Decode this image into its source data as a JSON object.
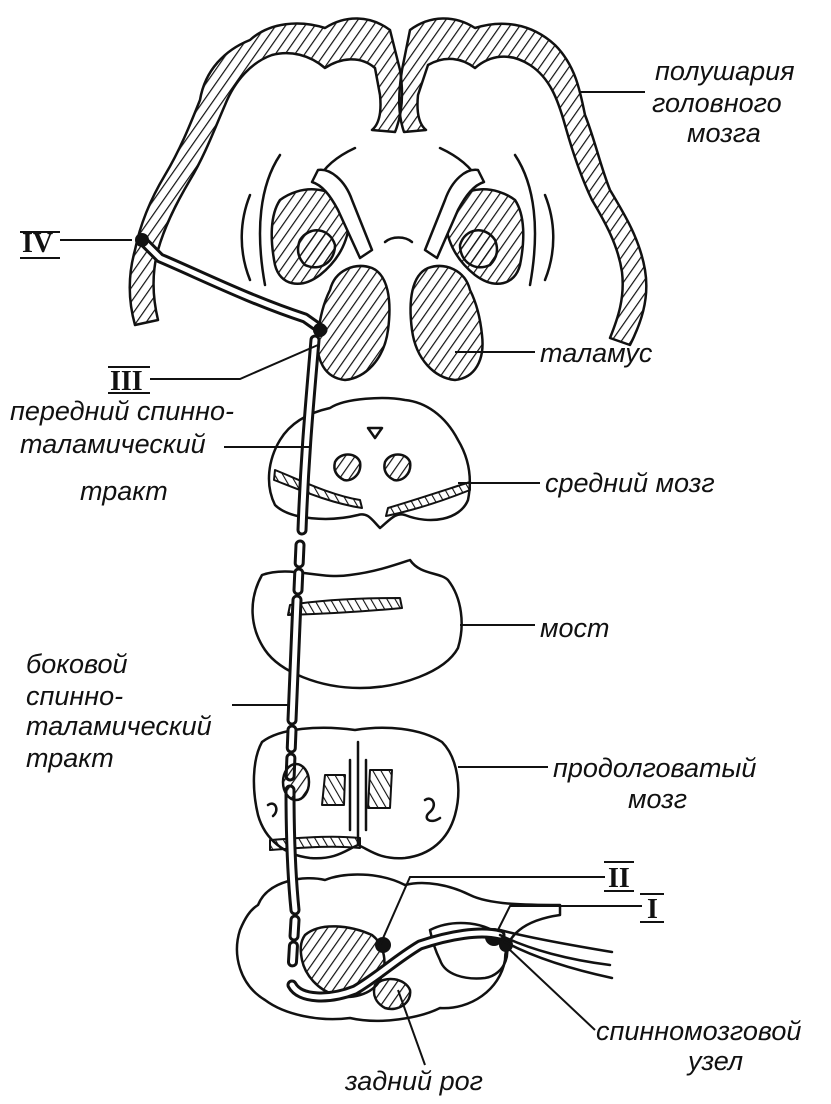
{
  "labels": {
    "hemispheres_1": "полушария",
    "hemispheres_2": "головного",
    "hemispheres_3": "мозга",
    "thalamus": "таламус",
    "anterior_tract_1": "передний спинно-",
    "anterior_tract_2": "таламический",
    "anterior_tract_3": "тракт",
    "midbrain": "средний мозг",
    "pons": "мост",
    "lateral_tract_1": "боковой",
    "lateral_tract_2": "спинно-",
    "lateral_tract_3": "таламический",
    "lateral_tract_4": "тракт",
    "medulla_1": "продолговатый",
    "medulla_2": "мозг",
    "spinal_ganglion_1": "спинномозговой",
    "spinal_ganglion_2": "узел",
    "dorsal_horn": "задний рог"
  },
  "numerals": {
    "n1": "I",
    "n2": "II",
    "n3": "III",
    "n4": "IV"
  }
}
